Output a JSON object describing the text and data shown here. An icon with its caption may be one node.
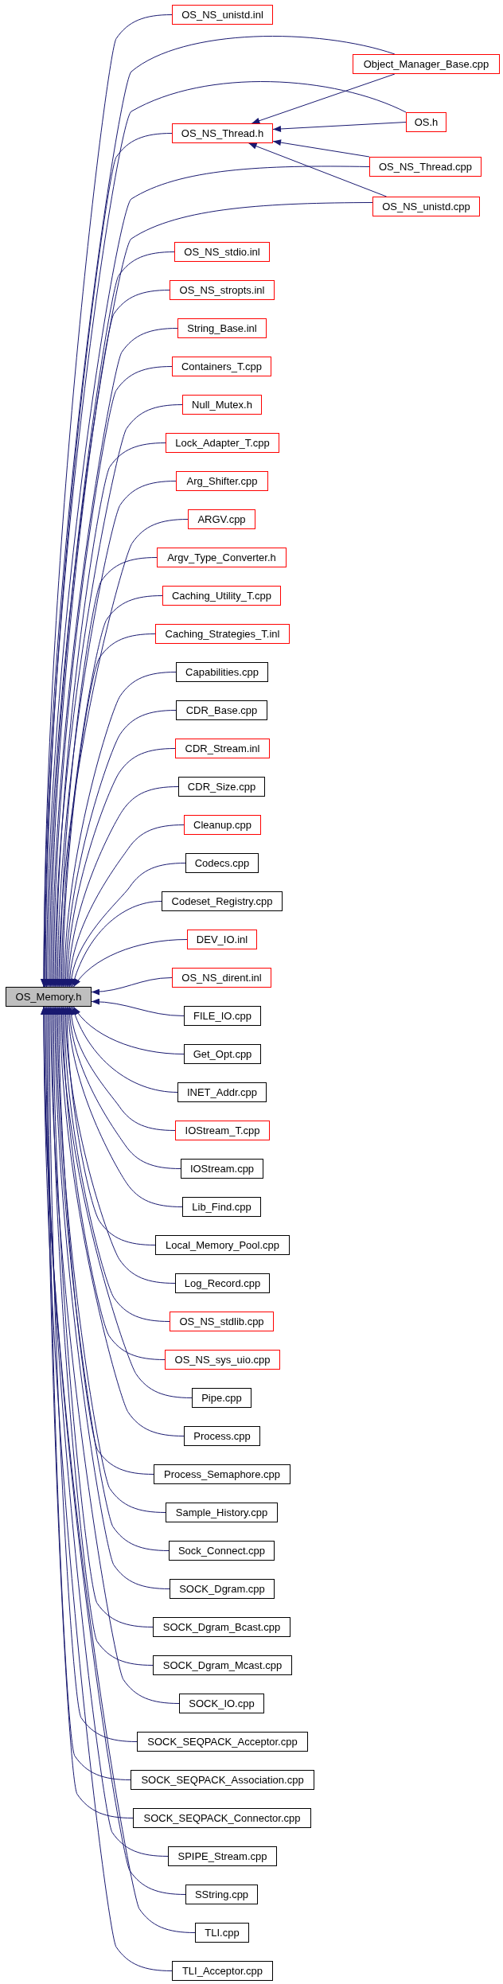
{
  "diagram": {
    "nodes": [
      {
        "text": [
          "OS_NS_unistd.inl"
        ]
      },
      {
        "text": [
          "Object_Manager_Base.cpp"
        ]
      },
      {
        "text": [
          "OS.h"
        ]
      },
      {
        "text": [
          "OS_NS_Thread.h"
        ]
      },
      {
        "text": [
          "OS_NS_Thread.cpp"
        ]
      },
      {
        "text": [
          "OS_NS_unistd.cpp"
        ]
      },
      {
        "text": [
          "OS_NS_stdio.inl"
        ]
      },
      {
        "text": [
          "OS_NS_stropts.inl"
        ]
      },
      {
        "text": [
          "String_Base.inl"
        ]
      },
      {
        "text": [
          "Containers_T.cpp"
        ]
      },
      {
        "text": [
          "Null_Mutex.h"
        ]
      },
      {
        "text": [
          "Lock_Adapter_T.cpp"
        ]
      },
      {
        "text": [
          "Arg_Shifter.cpp"
        ]
      },
      {
        "text": [
          "ARGV.cpp"
        ]
      },
      {
        "text": [
          "Argv_Type_Converter.h"
        ]
      },
      {
        "text": [
          "Caching_Utility_T.cpp"
        ]
      },
      {
        "text": [
          "Caching_Strategies_T.inl"
        ]
      },
      {
        "text": [
          "Capabilities.cpp"
        ]
      },
      {
        "text": [
          "CDR_Base.cpp"
        ]
      },
      {
        "text": [
          "CDR_Stream.inl"
        ]
      },
      {
        "text": [
          "CDR_Size.cpp"
        ]
      },
      {
        "text": [
          "Cleanup.cpp"
        ]
      },
      {
        "text": [
          "Codecs.cpp"
        ]
      },
      {
        "text": [
          "Codeset_Registry.cpp"
        ]
      },
      {
        "text": [
          "DEV_IO.inl"
        ]
      },
      {
        "text": [
          "OS_NS_dirent.inl"
        ]
      },
      {
        "text": [
          "OS_Memory.h"
        ]
      },
      {
        "text": [
          "FILE_IO.cpp"
        ]
      },
      {
        "text": [
          "Get_Opt.cpp"
        ]
      },
      {
        "text": [
          "INET_Addr.cpp"
        ]
      },
      {
        "text": [
          "IOStream_T.cpp"
        ]
      },
      {
        "text": [
          "IOStream.cpp"
        ]
      },
      {
        "text": [
          "Lib_Find.cpp"
        ]
      },
      {
        "text": [
          "Local_Memory_Pool.cpp"
        ]
      },
      {
        "text": [
          "Log_Record.cpp"
        ]
      },
      {
        "text": [
          "OS_NS_stdlib.cpp"
        ]
      },
      {
        "text": [
          "OS_NS_sys_uio.cpp"
        ]
      },
      {
        "text": [
          "Pipe.cpp"
        ]
      },
      {
        "text": [
          "Process.cpp"
        ]
      },
      {
        "text": [
          "Process_Semaphore.cpp"
        ]
      },
      {
        "text": [
          "Sample_History.cpp"
        ]
      },
      {
        "text": [
          "Sock_Connect.cpp"
        ]
      },
      {
        "text": [
          "SOCK_Dgram.cpp"
        ]
      },
      {
        "text": [
          "SOCK_Dgram_Bcast.cpp"
        ]
      },
      {
        "text": [
          "SOCK_Dgram_Mcast.cpp"
        ]
      },
      {
        "text": [
          "SOCK_IO.cpp"
        ]
      },
      {
        "text": [
          "SOCK_SEQPACK_Acceptor.cpp"
        ]
      },
      {
        "text": [
          "SOCK_SEQPACK_Association.cpp"
        ]
      },
      {
        "text": [
          "SOCK_SEQPACK_Connector.cpp"
        ]
      },
      {
        "text": [
          "SPIPE_Stream.cpp"
        ]
      },
      {
        "text": [
          "SString.cpp"
        ]
      },
      {
        "text": [
          "TLI.cpp"
        ]
      },
      {
        "text": [
          "TLI_Acceptor.cpp"
        ]
      }
    ],
    "edges": [
      {
        "from": 0,
        "to": 26,
        "arrow": "to"
      },
      {
        "from": 1,
        "to": 26,
        "arrow": "to"
      },
      {
        "from": 2,
        "to": 26,
        "arrow": "to"
      },
      {
        "from": 3,
        "to": 26,
        "arrow": "to"
      },
      {
        "from": 4,
        "to": 26,
        "arrow": "to"
      },
      {
        "from": 5,
        "to": 26,
        "arrow": "to"
      },
      {
        "from": 6,
        "to": 26,
        "arrow": "to"
      },
      {
        "from": 7,
        "to": 26,
        "arrow": "to"
      },
      {
        "from": 8,
        "to": 26,
        "arrow": "to"
      },
      {
        "from": 9,
        "to": 26,
        "arrow": "to"
      },
      {
        "from": 10,
        "to": 26,
        "arrow": "to"
      },
      {
        "from": 11,
        "to": 26,
        "arrow": "to"
      },
      {
        "from": 12,
        "to": 26,
        "arrow": "to"
      },
      {
        "from": 13,
        "to": 26,
        "arrow": "to"
      },
      {
        "from": 14,
        "to": 26,
        "arrow": "to"
      },
      {
        "from": 15,
        "to": 26,
        "arrow": "to"
      },
      {
        "from": 16,
        "to": 26,
        "arrow": "to"
      },
      {
        "from": 17,
        "to": 26,
        "arrow": "to"
      },
      {
        "from": 18,
        "to": 26,
        "arrow": "to"
      },
      {
        "from": 19,
        "to": 26,
        "arrow": "to"
      },
      {
        "from": 20,
        "to": 26,
        "arrow": "to"
      },
      {
        "from": 21,
        "to": 26,
        "arrow": "to"
      },
      {
        "from": 22,
        "to": 26,
        "arrow": "to"
      },
      {
        "from": 23,
        "to": 26,
        "arrow": "to"
      },
      {
        "from": 24,
        "to": 26,
        "arrow": "to"
      },
      {
        "from": 25,
        "to": 26,
        "arrow": "to"
      },
      {
        "from": 27,
        "to": 26,
        "arrow": "to"
      },
      {
        "from": 28,
        "to": 26,
        "arrow": "to"
      },
      {
        "from": 29,
        "to": 26,
        "arrow": "to"
      },
      {
        "from": 30,
        "to": 26,
        "arrow": "to"
      },
      {
        "from": 31,
        "to": 26,
        "arrow": "to"
      },
      {
        "from": 32,
        "to": 26,
        "arrow": "to"
      },
      {
        "from": 33,
        "to": 26,
        "arrow": "to"
      },
      {
        "from": 34,
        "to": 26,
        "arrow": "to"
      },
      {
        "from": 35,
        "to": 26,
        "arrow": "to"
      },
      {
        "from": 36,
        "to": 26,
        "arrow": "to"
      },
      {
        "from": 37,
        "to": 26,
        "arrow": "to"
      },
      {
        "from": 38,
        "to": 26,
        "arrow": "to"
      },
      {
        "from": 39,
        "to": 26,
        "arrow": "to"
      },
      {
        "from": 40,
        "to": 26,
        "arrow": "to"
      },
      {
        "from": 41,
        "to": 26,
        "arrow": "to"
      },
      {
        "from": 42,
        "to": 26,
        "arrow": "to"
      },
      {
        "from": 43,
        "to": 26,
        "arrow": "to"
      },
      {
        "from": 44,
        "to": 26,
        "arrow": "to"
      },
      {
        "from": 45,
        "to": 26,
        "arrow": "to"
      },
      {
        "from": 46,
        "to": 26,
        "arrow": "to"
      },
      {
        "from": 47,
        "to": 26,
        "arrow": "to"
      },
      {
        "from": 48,
        "to": 26,
        "arrow": "to"
      },
      {
        "from": 49,
        "to": 26,
        "arrow": "to"
      },
      {
        "from": 50,
        "to": 26,
        "arrow": "to"
      },
      {
        "from": 51,
        "to": 26,
        "arrow": "to"
      },
      {
        "from": 52,
        "to": 26,
        "arrow": "to"
      },
      {
        "from": 1,
        "to": 3,
        "arrow": "to"
      },
      {
        "from": 2,
        "to": 3,
        "arrow": "to"
      },
      {
        "from": 4,
        "to": 3,
        "arrow": "to"
      },
      {
        "from": 5,
        "to": 3,
        "arrow": "to"
      }
    ]
  }
}
